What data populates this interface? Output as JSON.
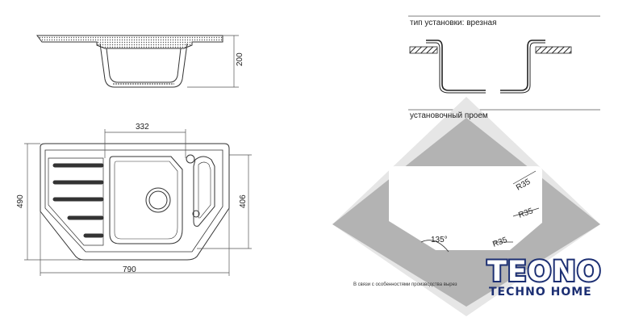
{
  "dimensions": {
    "height_profile": "200",
    "inner_width": "332",
    "total_depth": "490",
    "right_depth": "406",
    "total_width": "790"
  },
  "install": {
    "type_label": "тип установки: врезная",
    "cutout_label": "установочный проем",
    "radius_1": "R35",
    "radius_2": "R35",
    "radius_3": "R35",
    "angle": "135°",
    "note": "В связи с особенностями производства вырез"
  },
  "logo": {
    "main": "TEONO",
    "sub": "TECHNO HOME"
  },
  "colors": {
    "line": "#333333",
    "gray_cutout": "#b3b3b3",
    "logo_blue": "#1c2f73"
  }
}
